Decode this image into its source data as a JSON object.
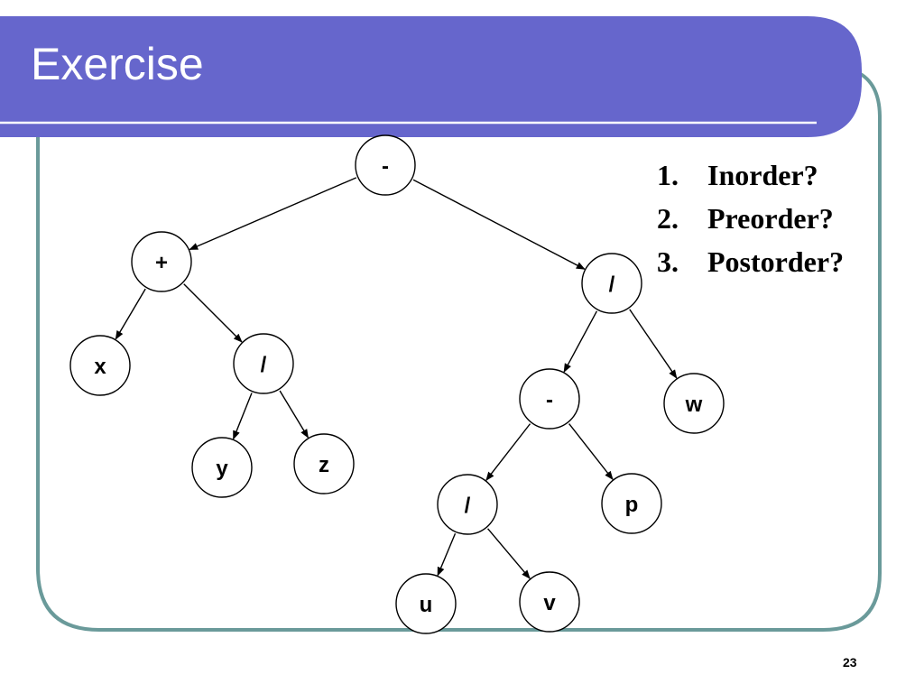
{
  "title": "Exercise",
  "questions": [
    {
      "num": "1.",
      "text": "Inorder?"
    },
    {
      "num": "2.",
      "text": "Preorder?"
    },
    {
      "num": "3.",
      "text": "Postorder?"
    }
  ],
  "page_number": "23",
  "tree": {
    "nodes": [
      {
        "id": "root",
        "label": "-"
      },
      {
        "id": "plus",
        "label": "+"
      },
      {
        "id": "div1",
        "label": "/"
      },
      {
        "id": "x",
        "label": "x"
      },
      {
        "id": "div2",
        "label": "/"
      },
      {
        "id": "y",
        "label": "y"
      },
      {
        "id": "z",
        "label": "z"
      },
      {
        "id": "minus2",
        "label": "-"
      },
      {
        "id": "w",
        "label": "w"
      },
      {
        "id": "div3",
        "label": "/"
      },
      {
        "id": "p",
        "label": "p"
      },
      {
        "id": "u",
        "label": "u"
      },
      {
        "id": "v",
        "label": "v"
      }
    ],
    "edges": [
      [
        "root",
        "plus"
      ],
      [
        "root",
        "div1"
      ],
      [
        "plus",
        "x"
      ],
      [
        "plus",
        "div2"
      ],
      [
        "div2",
        "y"
      ],
      [
        "div2",
        "z"
      ],
      [
        "div1",
        "minus2"
      ],
      [
        "div1",
        "w"
      ],
      [
        "minus2",
        "div3"
      ],
      [
        "minus2",
        "p"
      ],
      [
        "div3",
        "u"
      ],
      [
        "div3",
        "v"
      ]
    ]
  },
  "colors": {
    "title_bar": "#6666cc",
    "frame_border": "#6a9a9a",
    "text": "#000000"
  }
}
